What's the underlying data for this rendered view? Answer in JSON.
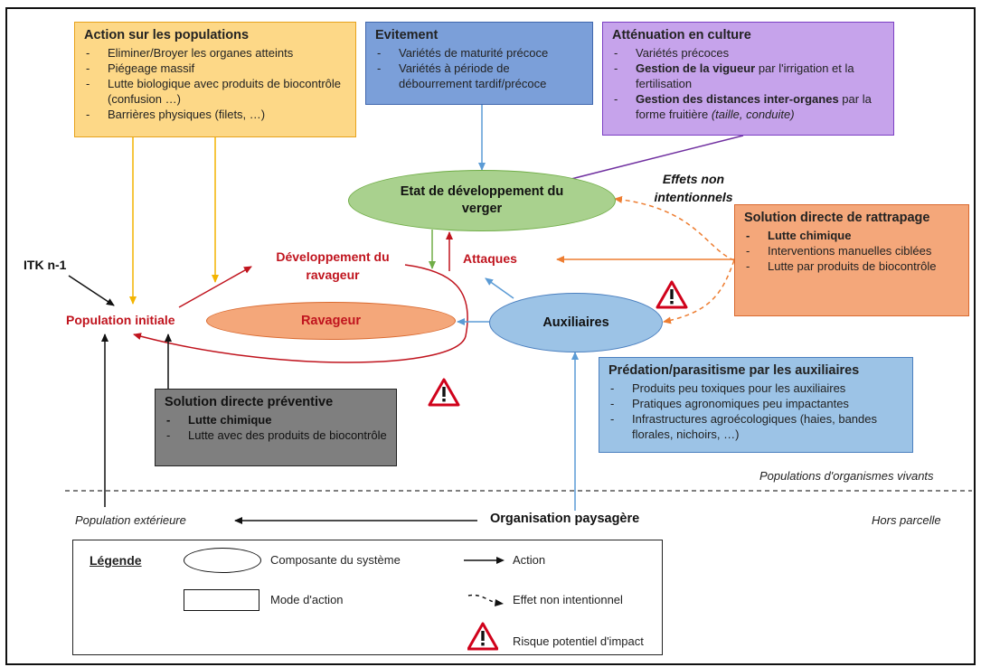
{
  "boxes": {
    "action": {
      "title": "Action sur les populations",
      "items": [
        "Eliminer/Broyer les organes atteints",
        "Piégeage massif",
        "Lutte biologique avec produits de biocontrôle (confusion …)",
        "Barrières physiques (filets, …)"
      ],
      "fill": "#fdd887",
      "border": "#e7a21c"
    },
    "evitement": {
      "title": "Evitement",
      "items": [
        "Variétés de maturité précoce",
        "Variétés à période de débourrement tardif/précoce"
      ],
      "fill": "#7b9fd9",
      "border": "#3f66ad"
    },
    "attenuation": {
      "title": "Atténuation en culture",
      "item1": "Variétés précoces",
      "item2_bold": "Gestion de la vigueur",
      "item2_rest": " par l'irrigation et la fertilisation",
      "item3_bold": "Gestion des distances inter-organes",
      "item3_rest": " par la forme fruitière ",
      "item3_italic": "(taille, conduite)",
      "fill": "#c6a3eb",
      "border": "#7b3fc3"
    },
    "rattrapage": {
      "title": "Solution directe de rattrapage",
      "item1_bold": "Lutte chimique",
      "items": [
        "Interventions manuelles ciblées",
        "Lutte par produits de biocontrôle"
      ],
      "fill": "#f4a77a",
      "border": "#d9692f"
    },
    "predation": {
      "title": "Prédation/parasitisme par les auxiliaires",
      "items": [
        "Produits peu toxiques pour les auxiliaires",
        "Pratiques agronomiques peu impactantes",
        "Infrastructures agroécologiques (haies, bandes florales, nichoirs, …)"
      ],
      "fill": "#9cc3e6",
      "border": "#4a7fbf"
    },
    "preventive": {
      "title": "Solution directe préventive",
      "item1_bold": "Lutte chimique",
      "items": [
        "Lutte avec des produits de biocontrôle"
      ],
      "fill": "#7f7f7f",
      "border": "#222222"
    }
  },
  "nodes": {
    "verger": {
      "label": "Etat de développement du verger",
      "fill": "#a9d18e",
      "border": "#70ad47"
    },
    "ravageur": {
      "label": "Ravageur",
      "fill": "#f4a77a",
      "border": "#d9692f"
    },
    "auxiliaires": {
      "label": "Auxiliaires",
      "fill": "#9cc3e6",
      "border": "#4a7fbf"
    }
  },
  "labels": {
    "itk": "ITK n-1",
    "population_initiale": "Population initiale",
    "developpement": "Développement du ravageur",
    "attaques": "Attaques",
    "effets": "Effets non intentionnels",
    "populations_vivants": "Populations d'organismes vivants",
    "hors_parcelle": "Hors parcelle",
    "population_exterieure": "Population extérieure",
    "organisation": "Organisation paysagère"
  },
  "legend": {
    "title": "Légende",
    "composante": "Composante du système",
    "mode": "Mode d'action",
    "action": "Action",
    "effet": "Effet non intentionnel",
    "risque": "Risque potentiel d'impact"
  },
  "colors": {
    "red": "#c0141e",
    "arrow_orange": "#ed7d31",
    "arrow_yellow": "#f4b400",
    "arrow_blue": "#5b9bd5",
    "arrow_purple": "#7030a0",
    "arrow_green": "#70ad47"
  }
}
